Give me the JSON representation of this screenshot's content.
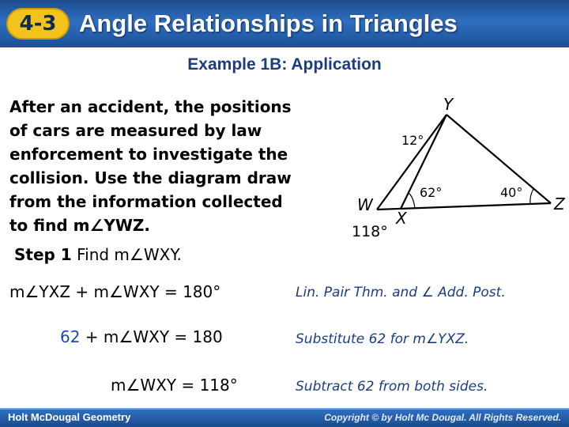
{
  "header": {
    "lesson_number": "4-3",
    "title": "Angle Relationships in Triangles"
  },
  "example": {
    "title": "Example 1B: Application"
  },
  "problem": {
    "lines": [
      "After an accident, the positions",
      "of cars are measured by law",
      "enforcement to investigate the",
      "collision. Use the diagram draw",
      "from the information collected",
      "to find m∠YWZ."
    ]
  },
  "diagram": {
    "vertex_y": "Y",
    "vertex_w": "W",
    "vertex_x": "X",
    "vertex_z": "Z",
    "angle_y": "12°",
    "angle_x": "62°",
    "angle_z": "40°",
    "exterior_angle": "118°"
  },
  "step1": {
    "label": "Step 1",
    "text": "Find m∠WXY."
  },
  "equations": [
    {
      "lead": "",
      "rest": "m∠YXZ + m∠WXY = 180°"
    },
    {
      "lead": "62",
      "rest": " + m∠WXY = 180"
    },
    {
      "lead": "",
      "rest": "m∠WXY = 118°"
    }
  ],
  "reasons": [
    "Lin. Pair Thm. and ∠ Add. Post.",
    "Substitute 62 for m∠YXZ.",
    "Subtract 62 from both sides."
  ],
  "footer": {
    "left": "Holt McDougal Geometry",
    "right": "Copyright © by Holt Mc Dougal. All Rights Reserved."
  },
  "colors": {
    "header_blue": "#1a4b8c",
    "badge_gold": "#f3c31d",
    "accent_blue": "#1f48a8",
    "reason_blue": "#1a3d80"
  }
}
